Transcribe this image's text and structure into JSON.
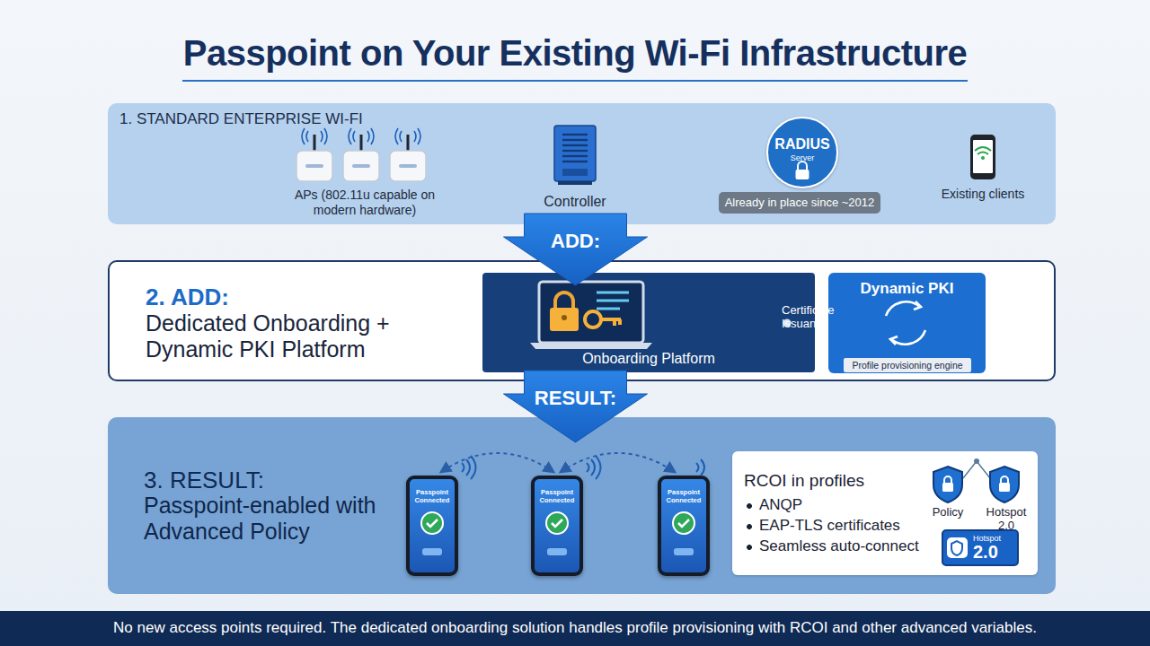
{
  "diagram": {
    "title": "Passpoint on Your Existing Wi-Fi Infrastructure",
    "caption": "No new access points required. The dedicated onboarding solution handles profile provisioning with RCOI and other advanced variables.",
    "nodes": [
      {
        "text": [
          "1. STANDARD ENTERPRISE WI-FI"
        ]
      },
      {
        "text": [
          "RADIUS",
          "Server"
        ],
        "in": 0
      },
      {
        "text": [
          "Already in place since ~2012"
        ],
        "in": 0
      },
      {
        "text": [
          "2. ADD:",
          "Dedicated Onboarding + Dynamic PKI Platform"
        ]
      },
      {
        "text": [
          "Onboarding Platform"
        ],
        "in": 3
      },
      {
        "text": [
          "Dynamic PKI"
        ],
        "in": 3
      },
      {
        "text": [
          "Profile provisioning engine"
        ],
        "in": 5
      },
      {
        "text": [
          "3. RESULT:",
          "Passpoint-enabled with Advanced Policy"
        ]
      },
      {
        "text": [
          "Passpoint Connected"
        ],
        "in": 7
      },
      {
        "text": [
          "Passpoint Connected"
        ],
        "in": 7
      },
      {
        "text": [
          "Passpoint Connected"
        ],
        "in": 7
      },
      {
        "text": [
          "RCOI in profiles",
          "ANQP",
          "EAP-TLS certificates",
          "Seamless auto-connect"
        ],
        "in": 7
      },
      {
        "text": [
          "Hotspot",
          "2.0"
        ],
        "in": 11
      }
    ],
    "edges": [
      {
        "from": 0,
        "to": 3,
        "label": "ADD:",
        "arrow": "to"
      },
      {
        "from": 3,
        "to": 7,
        "label": "RESULT:",
        "arrow": "to"
      },
      {
        "from": 9,
        "to": 8,
        "arrow": "both"
      },
      {
        "from": 9,
        "to": 10,
        "arrow": "both"
      }
    ],
    "labels": [
      "APs (802.11u capable on modern hardware)",
      "Controller",
      "Existing clients",
      "Certificate Issuance",
      "Policy",
      "Hotspot 2.0"
    ]
  }
}
